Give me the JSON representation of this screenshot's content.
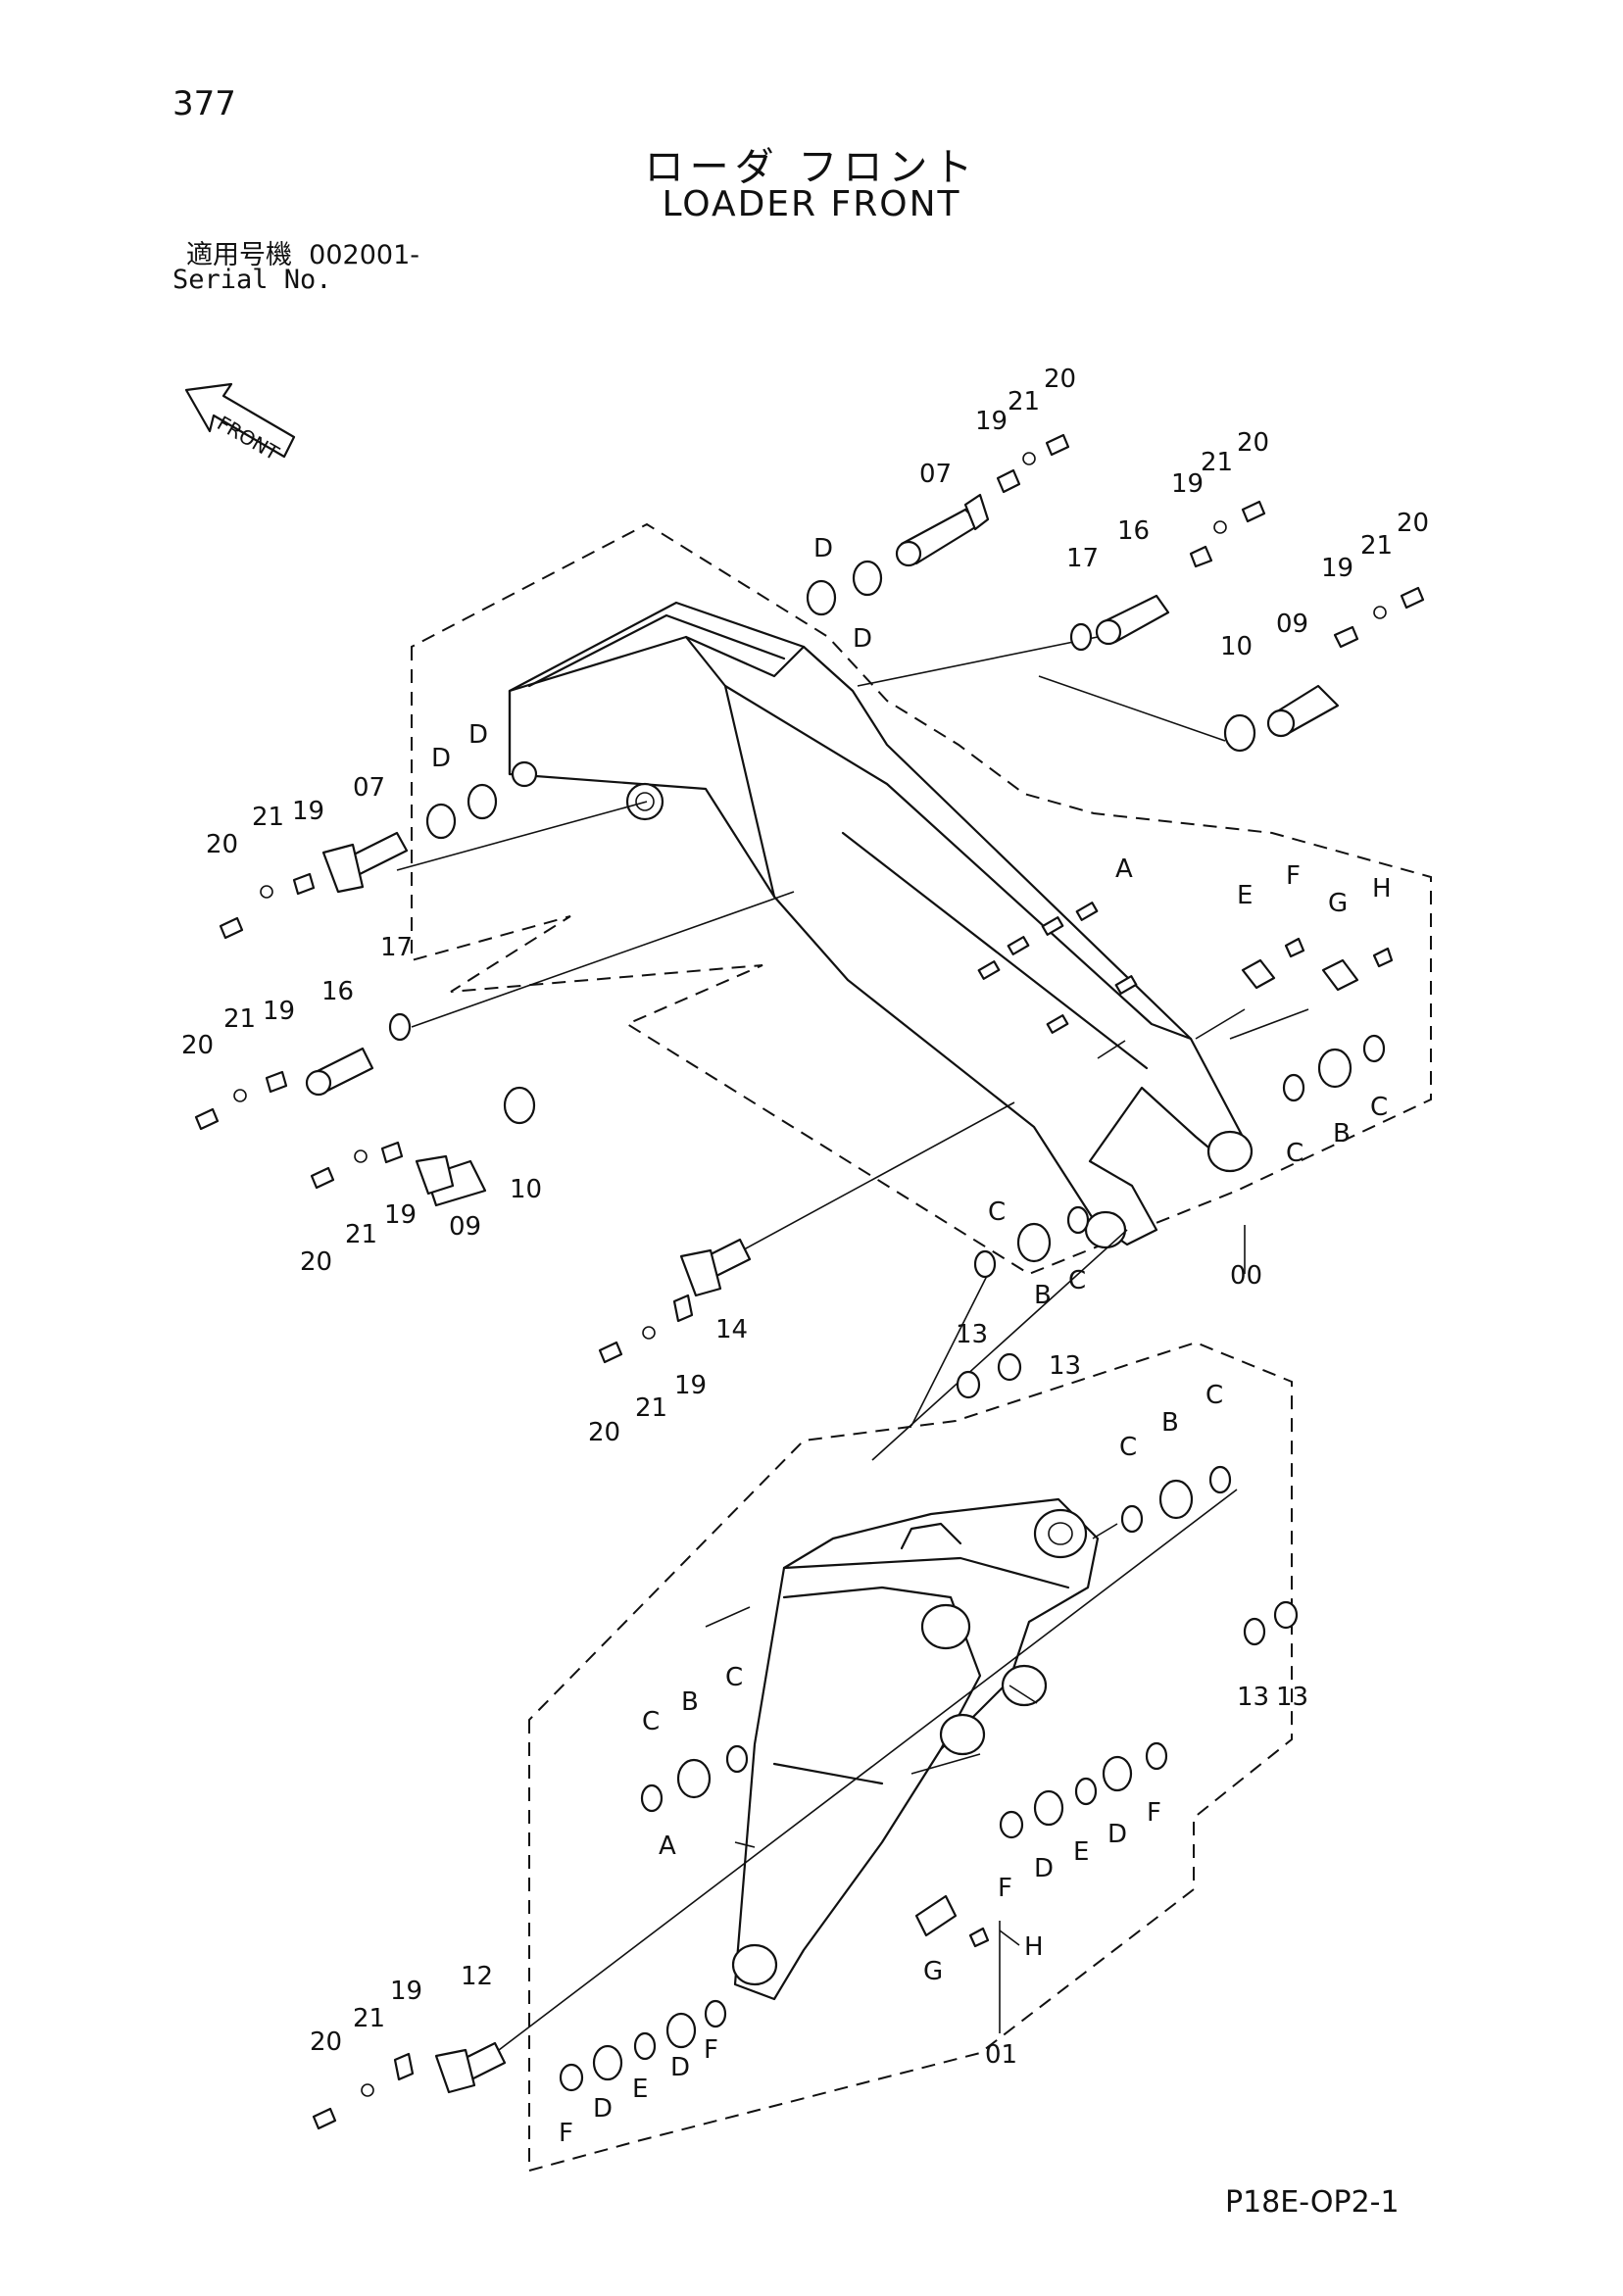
{
  "page_number": "377",
  "title_jp": "ローダ フロント",
  "title_en": "LOADER FRONT",
  "serial_label_jp": "適用号機",
  "serial_value": "002001-",
  "serial_label_en": "Serial No.",
  "front_arrow_label": "FRONT",
  "figure_code": "P18E-OP2-1",
  "callouts": {
    "n00": "00",
    "n01": "01",
    "n07": "07",
    "n09": "09",
    "n10": "10",
    "n12": "12",
    "n13": "13",
    "n14": "14",
    "n16": "16",
    "n17": "17",
    "n19": "19",
    "n20": "20",
    "n21": "21",
    "A": "A",
    "B": "B",
    "C": "C",
    "D": "D",
    "E": "E",
    "F": "F",
    "G": "G",
    "H": "H"
  }
}
